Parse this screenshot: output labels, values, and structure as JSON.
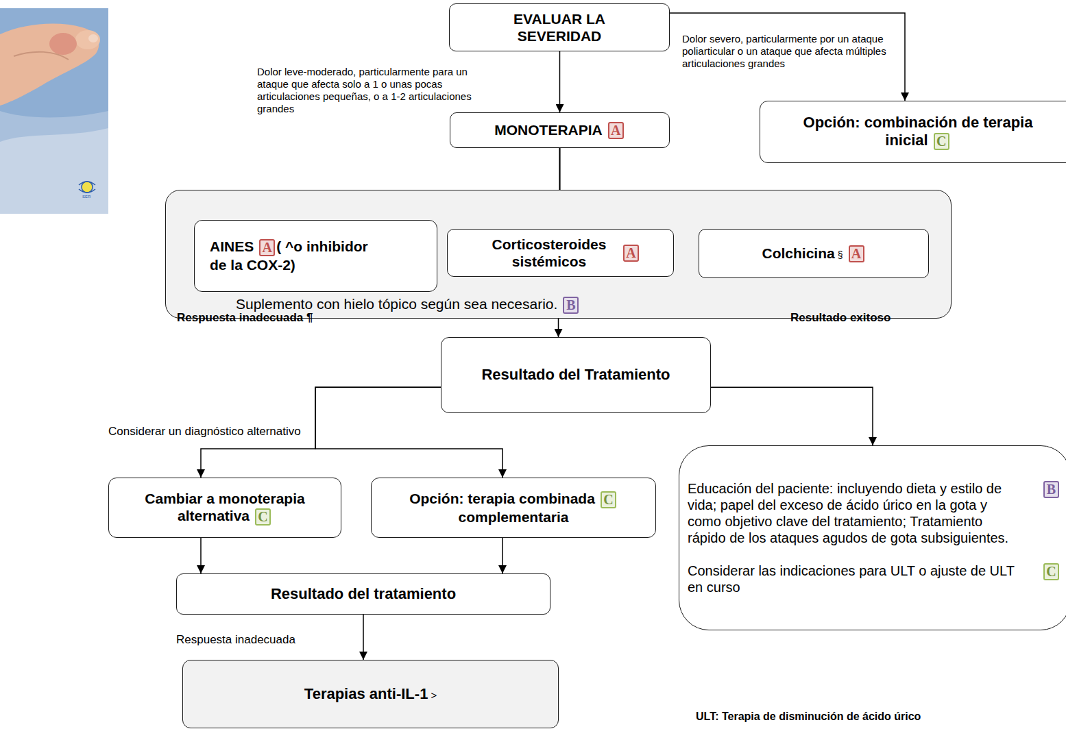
{
  "diagram": {
    "nodes": [
      {
        "text": [
          "EVALUAR LA SEVERIDAD"
        ]
      },
      {
        "text": [
          "MONOTERAPIA",
          "A"
        ]
      },
      {
        "text": [
          "Opción: combinación de terapia inicial",
          "C"
        ]
      },
      {
        "text": [
          "Suplemento con hielo tópico según sea necesario.",
          "B"
        ]
      },
      {
        "text": [
          "AINES",
          "A",
          "( ^o inhibidor de la COX-2)"
        ],
        "in": 3
      },
      {
        "text": [
          "Corticosteroides sistémicos",
          "A"
        ],
        "in": 3
      },
      {
        "text": [
          "Colchicina",
          "§",
          "A"
        ],
        "in": 3
      },
      {
        "text": [
          "Resultado del Tratamiento"
        ]
      },
      {
        "text": [
          "Cambiar a monoterapia alternativa",
          "C"
        ]
      },
      {
        "text": [
          "Opción: terapia combinada",
          "C",
          "complementaria"
        ]
      },
      {
        "text": [
          "Resultado del tratamiento"
        ]
      },
      {
        "text": [
          "Terapias anti-IL-1",
          ">"
        ]
      },
      {
        "text": [
          "Educación del paciente: incluyendo dieta y estilo de vida; papel del exceso de ácido úrico en la gota y como objetivo clave del tratamiento; Tratamiento rápido de los ataques agudos de gota subsiguientes.",
          "B",
          "Considerar las indicaciones para ULT o ajuste de ULT en curso",
          "C"
        ]
      }
    ],
    "edges": [
      {
        "from": 0,
        "to": 1,
        "arrow": "to"
      },
      {
        "from": 0,
        "to": 2,
        "arrow": "to"
      },
      {
        "from": 1,
        "to": 4,
        "arrow": "to"
      },
      {
        "from": 1,
        "to": 5,
        "arrow": "to"
      },
      {
        "from": 1,
        "to": 6,
        "arrow": "to"
      },
      {
        "from": 3,
        "to": 7,
        "arrow": "to"
      },
      {
        "from": 7,
        "to": 8,
        "arrow": "to"
      },
      {
        "from": 7,
        "to": 9,
        "arrow": "to"
      },
      {
        "from": 7,
        "to": 12,
        "arrow": "to"
      },
      {
        "from": 8,
        "to": 10,
        "arrow": "to"
      },
      {
        "from": 9,
        "to": 10,
        "arrow": "to"
      },
      {
        "from": 10,
        "to": 11,
        "arrow": "to"
      }
    ],
    "labels": [
      "SER",
      "Dolor leve-moderado, particularmente para un ataque que afecta solo a 1 o unas pocas articulaciones pequeñas, o a 1-2 articulaciones grandes",
      "Dolor severo, particularmente por un ataque poliarticular o un ataque que afecta múltiples articulaciones grandes",
      "Respuesta inadecuada ¶",
      "Resultado exitoso",
      "Considerar un diagnóstico alternativo",
      "Respuesta inadecuada",
      "ULT: Terapia de disminución de ácido úrico"
    ]
  }
}
